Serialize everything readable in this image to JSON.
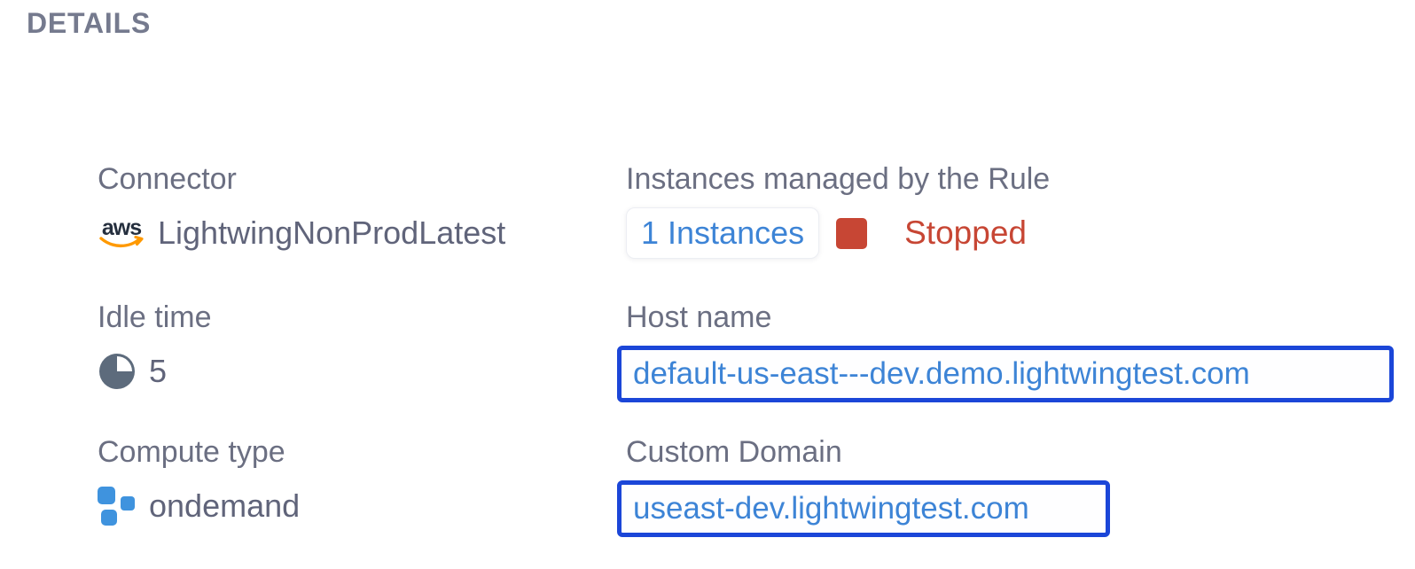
{
  "heading": "DETAILS",
  "colors": {
    "label_gray": "#6b6f82",
    "value_gray": "#60647a",
    "link_blue": "#3d84d6",
    "box_border_blue": "#1b46d8",
    "status_red": "#c74634",
    "aws_orange": "#ff9900",
    "aws_navy": "#252f3e",
    "pie_slate": "#5d6b7c",
    "blocks_blue": "#3f93de"
  },
  "sections": {
    "connector": {
      "label": "Connector",
      "icon": "aws-icon",
      "aws_wordmark": "aws",
      "value": "LightwingNonProdLatest"
    },
    "idle_time": {
      "label": "Idle time",
      "icon": "pie-clock-icon",
      "value": "5"
    },
    "compute_type": {
      "label": "Compute type",
      "icon": "compute-blocks-icon",
      "value": "ondemand"
    },
    "instances": {
      "label": "Instances managed by the Rule",
      "count_link": "1 Instances",
      "status_icon": "stopped-square-icon",
      "status_label": "Stopped"
    },
    "host_name": {
      "label": "Host name",
      "value": "default-us-east---dev.demo.lightwingtest.com"
    },
    "custom_domain": {
      "label": "Custom Domain",
      "value": "useast-dev.lightwingtest.com"
    }
  }
}
